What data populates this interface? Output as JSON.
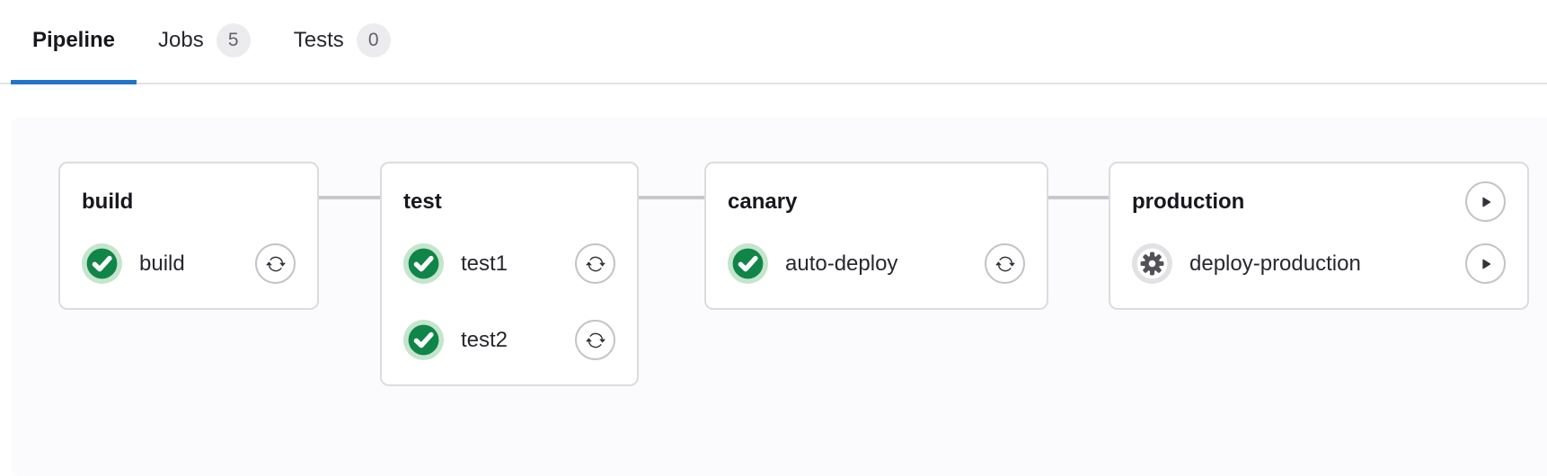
{
  "tabs": {
    "items": [
      {
        "label": "Pipeline",
        "active": true
      },
      {
        "label": "Jobs",
        "badge": "5",
        "active": false
      },
      {
        "label": "Tests",
        "badge": "0",
        "active": false
      }
    ]
  },
  "pipeline": {
    "stages": [
      {
        "name": "build",
        "jobs": [
          {
            "name": "build",
            "status": "success",
            "action": "retry"
          }
        ]
      },
      {
        "name": "test",
        "jobs": [
          {
            "name": "test1",
            "status": "success",
            "action": "retry"
          },
          {
            "name": "test2",
            "status": "success",
            "action": "retry"
          }
        ]
      },
      {
        "name": "canary",
        "jobs": [
          {
            "name": "auto-deploy",
            "status": "success",
            "action": "retry"
          }
        ]
      },
      {
        "name": "production",
        "stage_action": "play",
        "jobs": [
          {
            "name": "deploy-production",
            "status": "manual",
            "action": "play"
          }
        ]
      }
    ]
  },
  "icons": {
    "success": "status-success-check-circle-icon",
    "manual": "status-manual-gear-icon",
    "retry": "retry-icon",
    "play": "play-icon"
  },
  "colors": {
    "accent_blue": "#1f75cb",
    "success_green": "#108548",
    "success_halo": "#c5e5cd",
    "manual_halo": "#e2e1e4",
    "manual_gear": "#535158",
    "card_border": "#dcdcde",
    "connector": "#c8c7cc",
    "badge_bg": "#ececef",
    "panel_bg": "#fbfafd",
    "text_dark": "#28272e"
  }
}
